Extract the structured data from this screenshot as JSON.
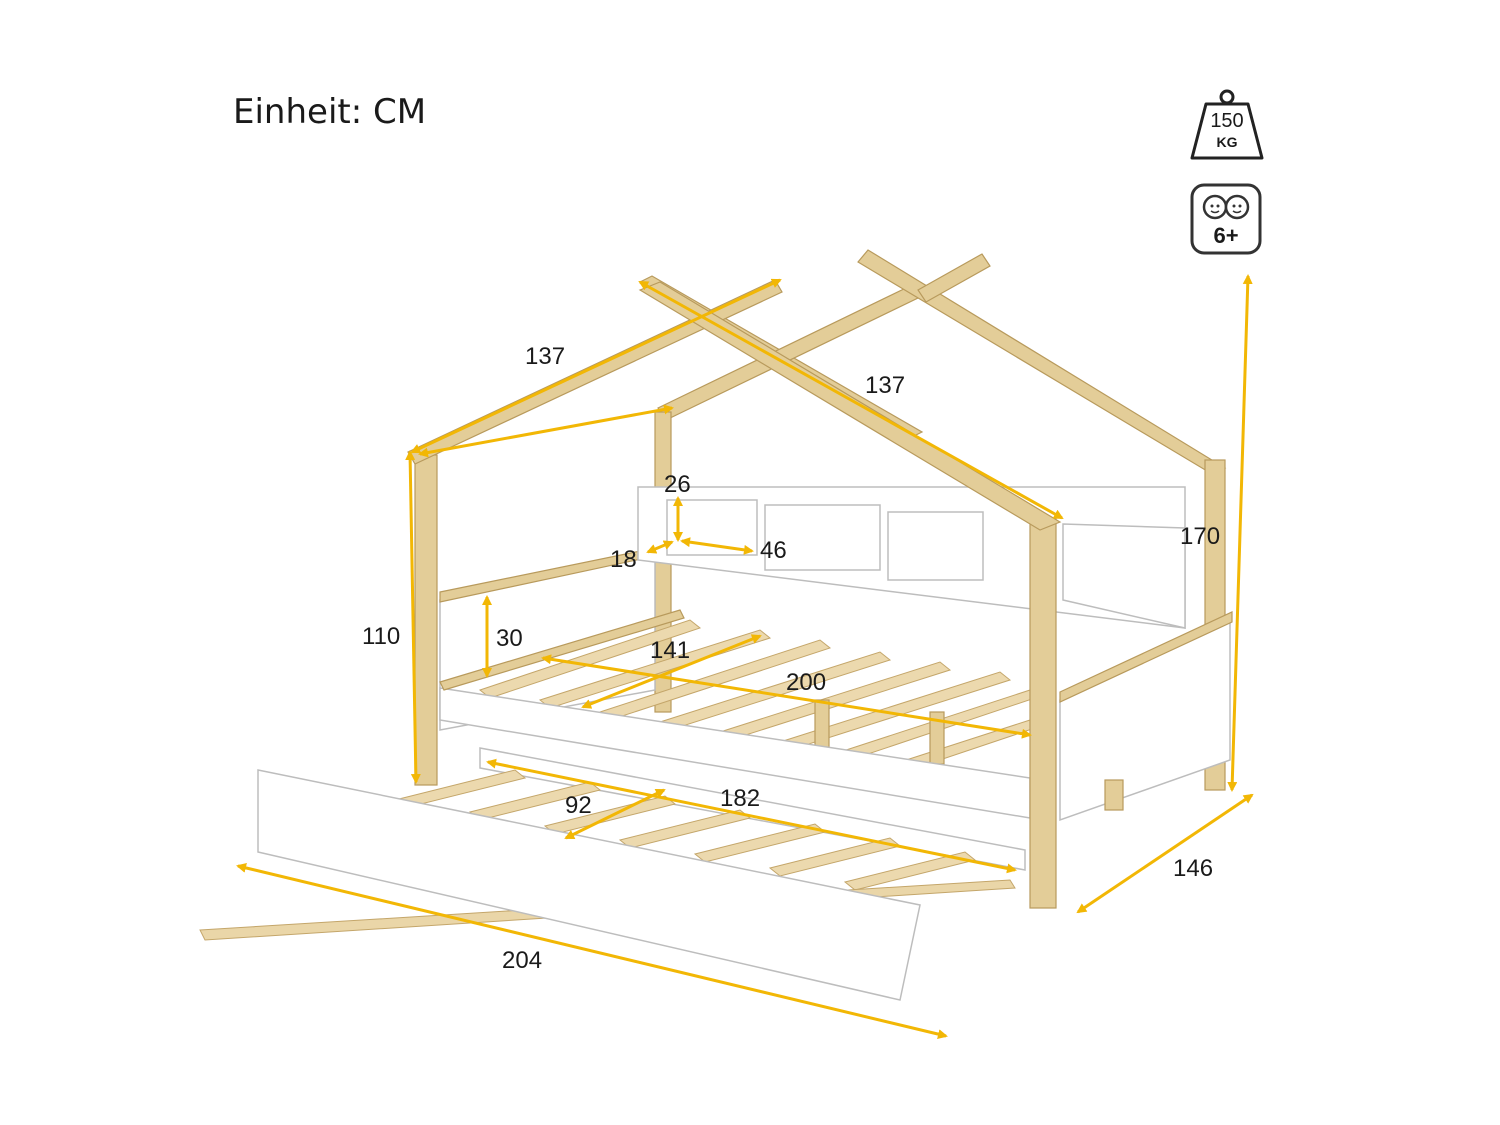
{
  "unit_label": "Einheit: CM",
  "badges": {
    "weight_value": "150",
    "weight_unit": "KG",
    "age_value": "6+"
  },
  "dimensions": {
    "roof_left": "137",
    "roof_right": "137",
    "total_height": "170",
    "side_height": "110",
    "headboard_panel": "30",
    "shelf_height": "26",
    "shelf_depth": "18",
    "shelf_width": "46",
    "bed_width": "141",
    "bed_length": "200",
    "trundle_width": "92",
    "trundle_length": "182",
    "total_depth": "146",
    "total_length": "204"
  },
  "colors": {
    "arrow": "#f2b705",
    "wood": "#e3cd98",
    "panel": "#ffffff"
  }
}
